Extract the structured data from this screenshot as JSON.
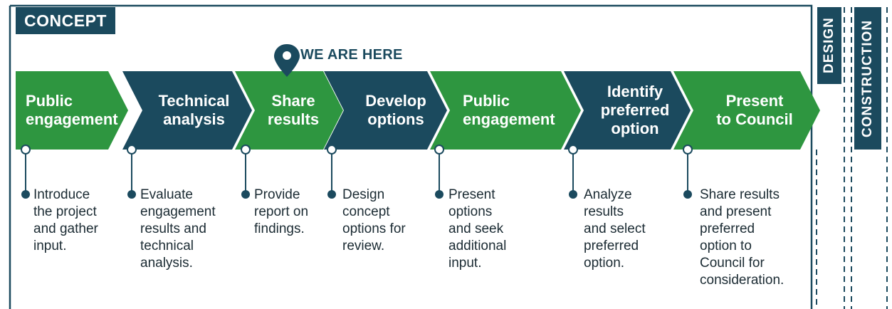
{
  "phase_label": "CONCEPT",
  "marker_label": "WE ARE HERE",
  "colors": {
    "green": "#2e9640",
    "navy": "#1b4a5e"
  },
  "steps": [
    {
      "title": "Public\nengagement",
      "color": "green",
      "description": "Introduce\nthe project\nand gather\ninput."
    },
    {
      "title": "Technical\nanalysis",
      "color": "navy",
      "description": "Evaluate\nengagement\nresults and\ntechnical\nanalysis."
    },
    {
      "title": "Share\nresults",
      "color": "green",
      "description": "Provide\nreport on\nfindings."
    },
    {
      "title": "Develop\noptions",
      "color": "navy",
      "description": "Design\nconcept\noptions for\nreview."
    },
    {
      "title": "Public\nengagement",
      "color": "green",
      "description": "Present\noptions\nand seek\nadditional\ninput."
    },
    {
      "title": "Identify\npreferred\noption",
      "color": "navy",
      "description": "Analyze\nresults\nand select\npreferred\noption."
    },
    {
      "title": "Present\nto Council",
      "color": "green",
      "description": "Share results\nand present\npreferred\noption to\nCouncil for\nconsideration."
    }
  ],
  "side_phases": [
    {
      "label": "DESIGN"
    },
    {
      "label": "CONSTRUCTION"
    }
  ]
}
